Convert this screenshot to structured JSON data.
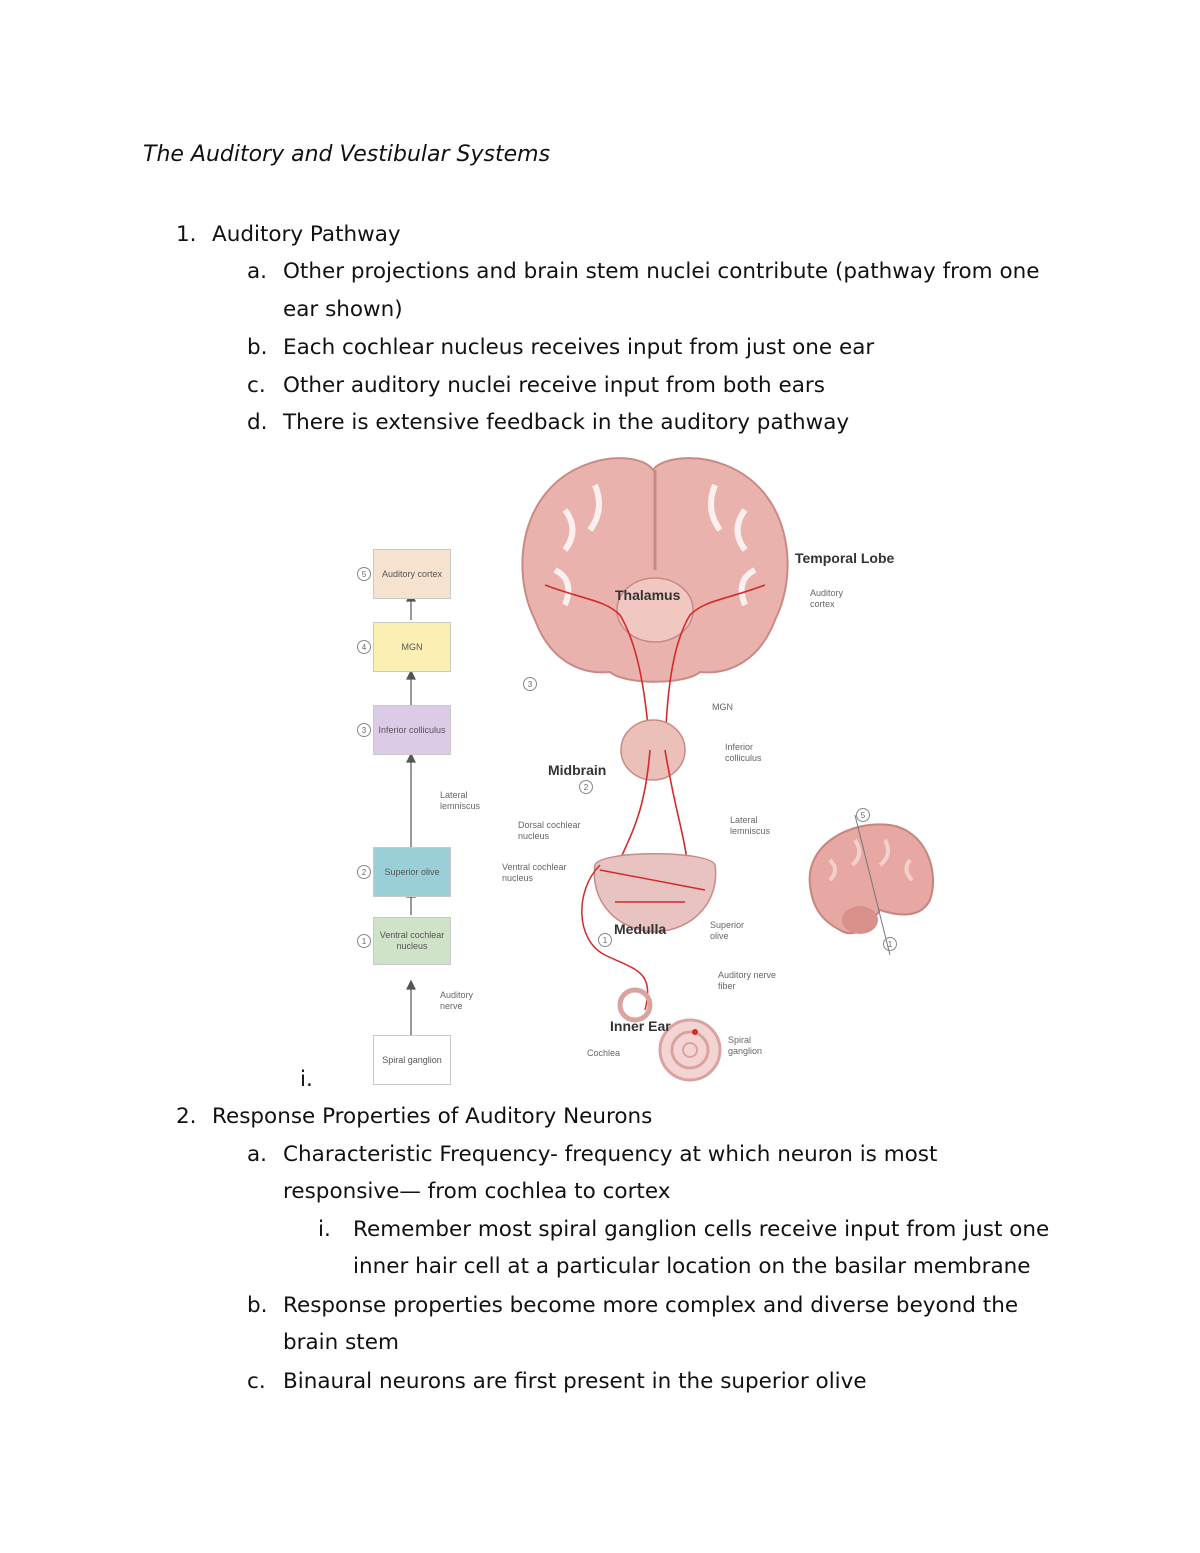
{
  "title": "The Auditory and Vestibular Systems",
  "section1": {
    "number": "1.",
    "heading": "Auditory Pathway",
    "items": [
      {
        "marker": "a.",
        "lines": [
          "Other projections and brain stem nuclei contribute (pathway from one",
          "ear shown)"
        ]
      },
      {
        "marker": "b.",
        "lines": [
          "Each cochlear nucleus receives input from just one ear"
        ]
      },
      {
        "marker": "c.",
        "lines": [
          "Other auditory nuclei receive input from both ears"
        ]
      },
      {
        "marker": "d.",
        "lines": [
          "There is extensive feedback in the auditory pathway"
        ]
      }
    ],
    "figure_marker": "i."
  },
  "figure": {
    "flow": [
      {
        "num": "5",
        "label": "Auditory cortex",
        "color": "#f6e2cf"
      },
      {
        "num": "4",
        "label": "MGN",
        "color": "#fbefb4"
      },
      {
        "num": "3",
        "label": "Inferior colliculus",
        "color": "#dccbe6"
      },
      {
        "num": "2",
        "label": "Superior olive",
        "color": "#9bcfd8"
      },
      {
        "num": "1",
        "label": "Ventral cochlear nucleus",
        "color": "#cfe3c8"
      },
      {
        "num": "",
        "label": "Spiral ganglion",
        "color": "#ffffff"
      }
    ],
    "flow_side": [
      "Lateral lemniscus",
      "Auditory nerve"
    ],
    "labels": {
      "temporal_lobe": "Temporal Lobe",
      "thalamus": "Thalamus",
      "auditory_cortex": "Auditory cortex",
      "mgn": "MGN",
      "inferior_colliculus": "Inferior colliculus",
      "midbrain": "Midbrain",
      "lateral_lemniscus": "Lateral lemniscus",
      "dorsal_cochlear": "Dorsal cochlear nucleus",
      "ventral_cochlear": "Ventral cochlear nucleus",
      "medulla": "Medulla",
      "superior_olive": "Superior olive",
      "auditory_nerve_fiber": "Auditory nerve fiber",
      "inner_ear": "Inner Ear",
      "cochlea": "Cochlea",
      "spiral_ganglion": "Spiral ganglion",
      "num3": "3",
      "num2": "2",
      "num1": "1",
      "num5": "5",
      "num1b": "1"
    }
  },
  "section2": {
    "number": "2.",
    "heading": "Response Properties of Auditory Neurons",
    "a": {
      "marker": "a.",
      "lines": [
        "Characteristic Frequency- frequency at which neuron is most",
        "responsive— from cochlea to cortex"
      ]
    },
    "a_i": {
      "marker": "i.",
      "lines": [
        "Remember most spiral ganglion cells receive input from just one",
        "inner hair cell at a particular location on the basilar membrane"
      ]
    },
    "b": {
      "marker": "b.",
      "lines": [
        "Response properties become more complex and diverse beyond the",
        "brain stem"
      ]
    },
    "c": {
      "marker": "c.",
      "lines": [
        "Binaural neurons are first present in the superior olive"
      ]
    }
  }
}
